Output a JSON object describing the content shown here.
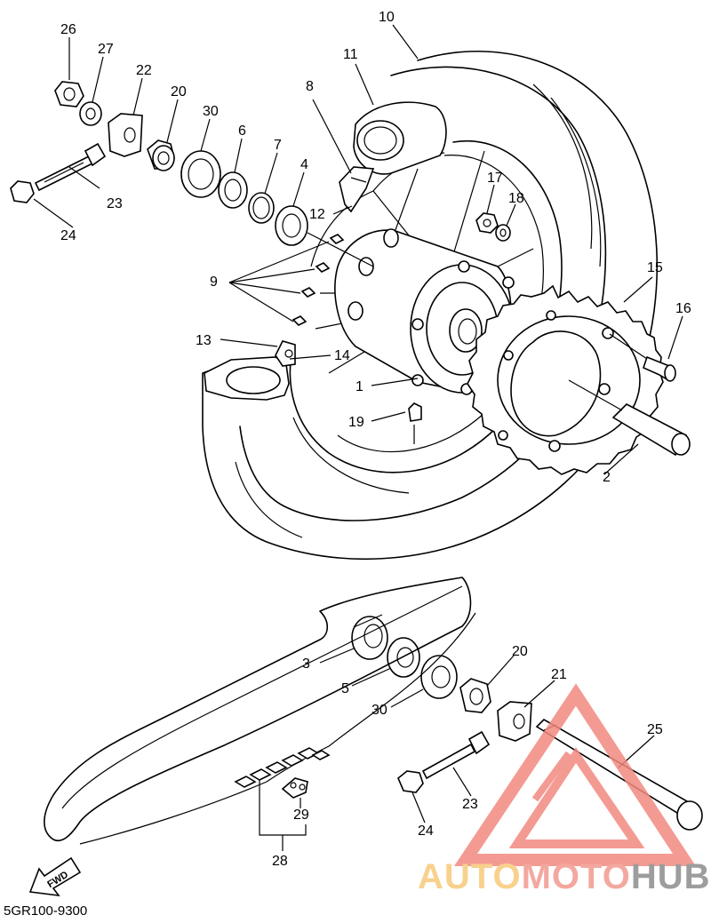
{
  "diagram": {
    "drawing_code": "5GR100-9300",
    "fwd_label": "FWD",
    "callouts": {
      "c1": "1",
      "c2": "2",
      "c3": "3",
      "c4": "4",
      "c5": "5",
      "c6": "6",
      "c7": "7",
      "c8": "8",
      "c9": "9",
      "c10": "10",
      "c11": "11",
      "c12": "12",
      "c13": "13",
      "c14": "14",
      "c15": "15",
      "c16": "16",
      "c17": "17",
      "c18": "18",
      "c19": "19",
      "c20a": "20",
      "c20b": "20",
      "c21": "21",
      "c22": "22",
      "c23a": "23",
      "c23b": "23",
      "c24a": "24",
      "c24b": "24",
      "c25": "25",
      "c26": "26",
      "c27": "27",
      "c28": "28",
      "c29": "29",
      "c30a": "30",
      "c30b": "30"
    }
  },
  "watermark": {
    "part1": "AUTO",
    "part2": "MOTO",
    "part3": "HUB",
    "colors": {
      "auto": "#f7c97a",
      "moto": "#f29a8f",
      "hub": "#8c8c8c",
      "logo": "#f18a80"
    }
  }
}
